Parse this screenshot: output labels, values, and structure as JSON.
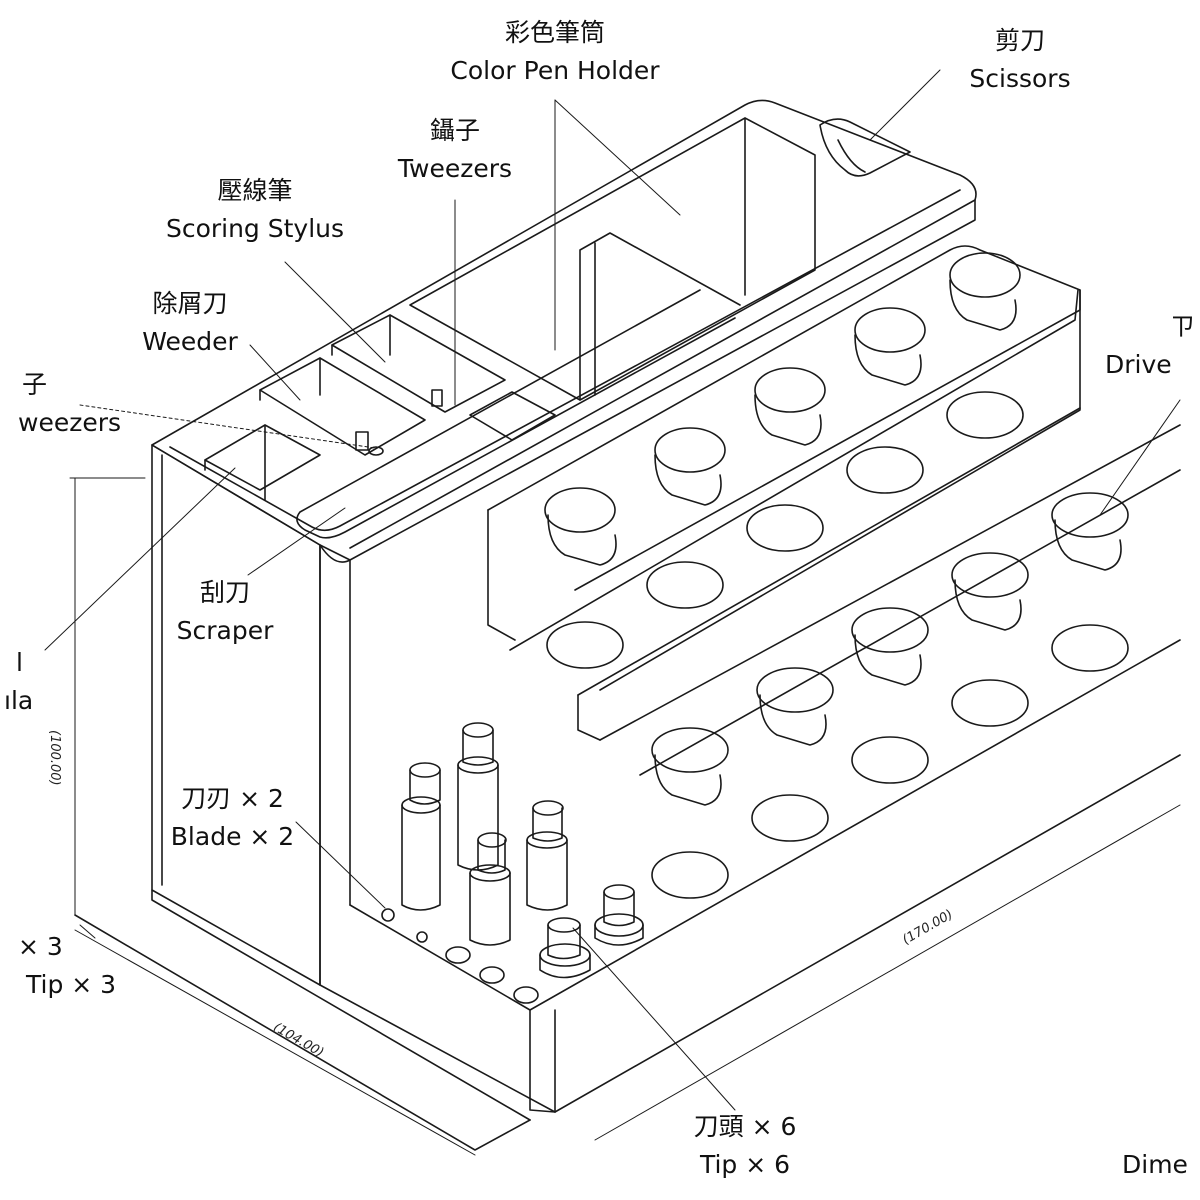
{
  "labels": {
    "color_pen_holder": {
      "zh": "彩色筆筒",
      "en": "Color Pen Holder"
    },
    "scissors": {
      "zh": "剪刀",
      "en": "Scissors"
    },
    "tweezers_top": {
      "zh": "鑷子",
      "en": "Tweezers"
    },
    "scoring_stylus": {
      "zh": "壓線筆",
      "en": "Scoring Stylus"
    },
    "weeder": {
      "zh": "除屑刀",
      "en": "Weeder"
    },
    "tweezers_left": {
      "zh": "子",
      "en": "weezers"
    },
    "driver_right": {
      "zh": "ㄗ",
      "en": "Drive"
    },
    "scraper": {
      "zh": "刮刀",
      "en": "Scraper"
    },
    "spatula_left": {
      "zh": "l",
      "en": "ıla"
    },
    "blade": {
      "zh": "刀刃 × 2",
      "en": "Blade × 2"
    },
    "tip_left": {
      "zh": "× 3",
      "en": "Tip × 3"
    },
    "tip_bottom": {
      "zh": "刀頭 × 6",
      "en": "Tip × 6"
    },
    "dimensions": {
      "en": "Dime"
    }
  },
  "dimensions": {
    "height": "(100.00)",
    "depth": "(104.00)",
    "width": "(170.00)"
  }
}
